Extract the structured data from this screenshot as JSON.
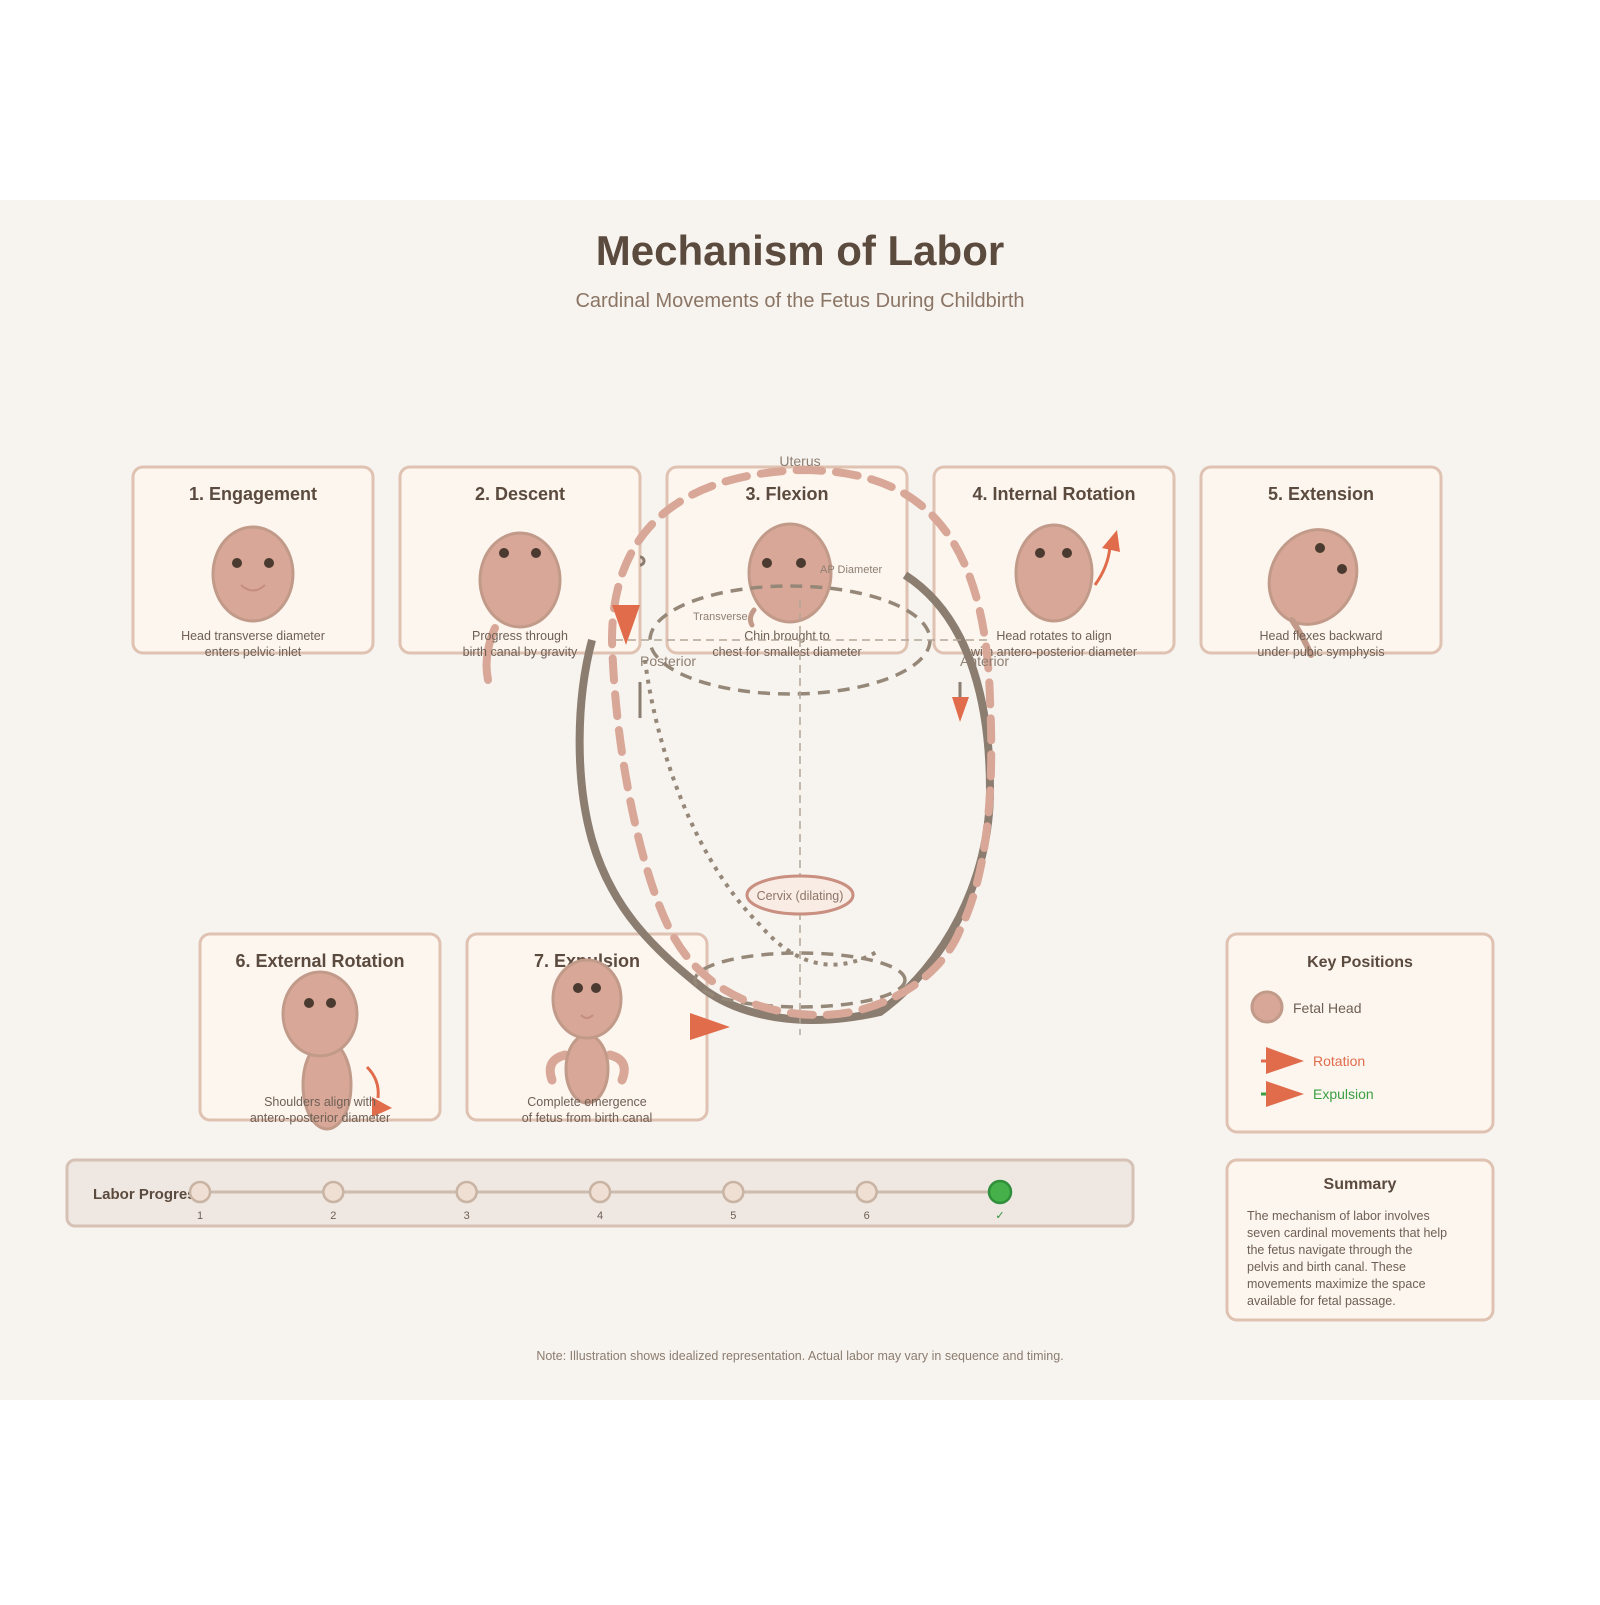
{
  "title": "Mechanism of Labor",
  "subtitle": "Cardinal Movements of the Fetus During Childbirth",
  "pelvis": {
    "uterus_label": "Uterus",
    "ap_label": "AP Diameter",
    "transverse_label": "Transverse",
    "posterior_label": "Posterior",
    "anterior_label": "Anterior",
    "cervix_label": "Cervix (dilating)"
  },
  "cards": [
    {
      "title": "1. Engagement",
      "desc1": "Head transverse diameter",
      "desc2": "enters pelvic inlet"
    },
    {
      "title": "2. Descent",
      "desc1": "Progress through",
      "desc2": "birth canal by gravity"
    },
    {
      "title": "3. Flexion",
      "desc1": "Chin brought to",
      "desc2": "chest for smallest diameter"
    },
    {
      "title": "4. Internal Rotation",
      "desc1": "Head rotates to align",
      "desc2": "with antero-posterior diameter"
    },
    {
      "title": "5. Extension",
      "desc1": "Head flexes backward",
      "desc2": "under pubic symphysis"
    },
    {
      "title": "6. External Rotation",
      "desc1": "Shoulders align with",
      "desc2": "antero-posterior diameter"
    },
    {
      "title": "7. Expulsion",
      "desc1": "Complete emergence",
      "desc2": "of fetus from birth canal"
    }
  ],
  "legend": {
    "title": "Key Positions",
    "items": [
      {
        "label": "Fetal Head",
        "color": "#d8a797"
      },
      {
        "label": "Rotation",
        "color": "#e06c4c"
      },
      {
        "label": "Expulsion",
        "color": "#3aa043"
      }
    ]
  },
  "summary": {
    "title": "Summary",
    "lines": [
      "The mechanism of labor involves",
      "seven cardinal movements that help",
      "the fetus navigate through the",
      "pelvis and birth canal. These",
      "movements maximize the space",
      "available for fetal passage."
    ]
  },
  "progress": {
    "label": "Labor Progress:",
    "steps": [
      "1",
      "2",
      "3",
      "4",
      "5",
      "6",
      "✓"
    ],
    "active_step": 7,
    "active_color": "#46b04a"
  },
  "note": "Note: Illustration shows idealized representation. Actual labor may vary in sequence and timing.",
  "colors": {
    "page_bg": "#f7f3ef",
    "accent": "#e06c4c",
    "head": "#d8a797",
    "pelvis": "#8b7d70"
  }
}
